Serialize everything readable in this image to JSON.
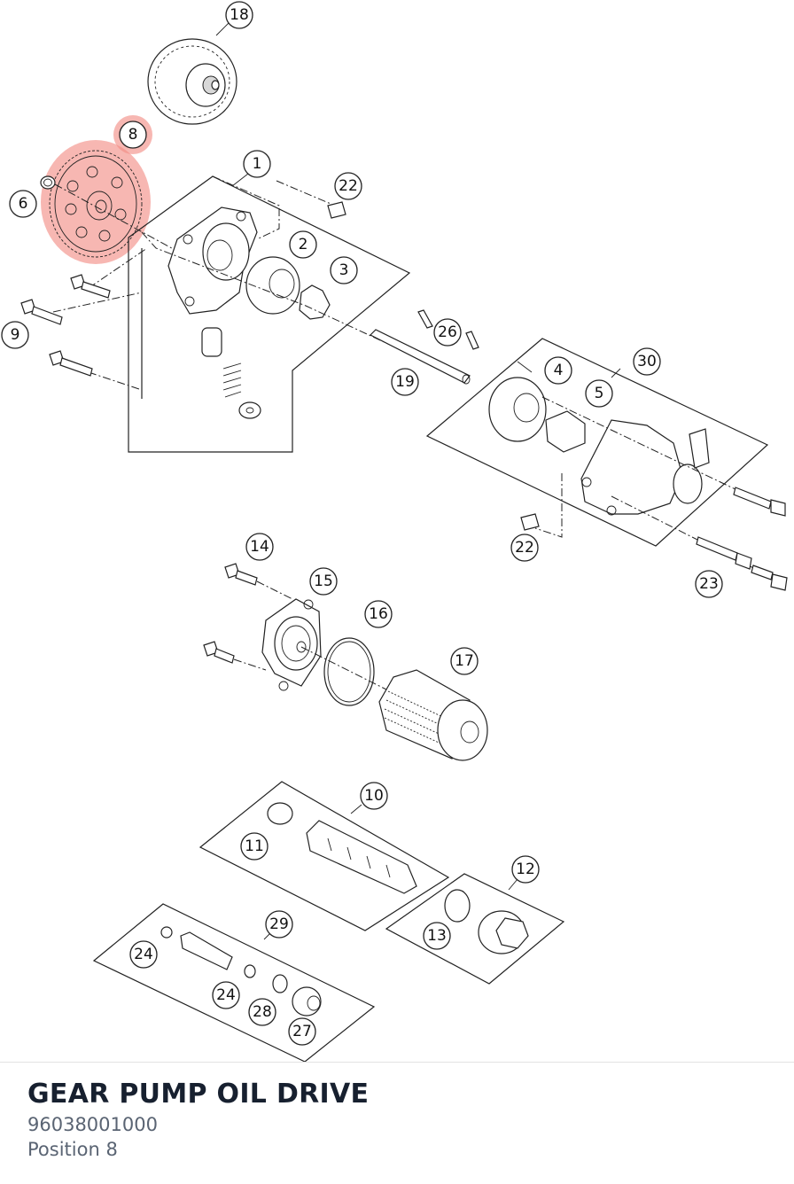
{
  "diagram": {
    "callouts": [
      "18",
      "8",
      "6",
      "1",
      "22",
      "2",
      "3",
      "9",
      "26",
      "19",
      "4",
      "30",
      "5",
      "22",
      "23",
      "14",
      "15",
      "16",
      "17",
      "10",
      "11",
      "12",
      "13",
      "29",
      "24",
      "24",
      "28",
      "27"
    ],
    "selected_callout": "8",
    "highlight_color": "#f28b82"
  },
  "footer": {
    "title": "GEAR PUMP OIL DRIVE",
    "part_number": "96038001000",
    "position": "Position 8"
  }
}
